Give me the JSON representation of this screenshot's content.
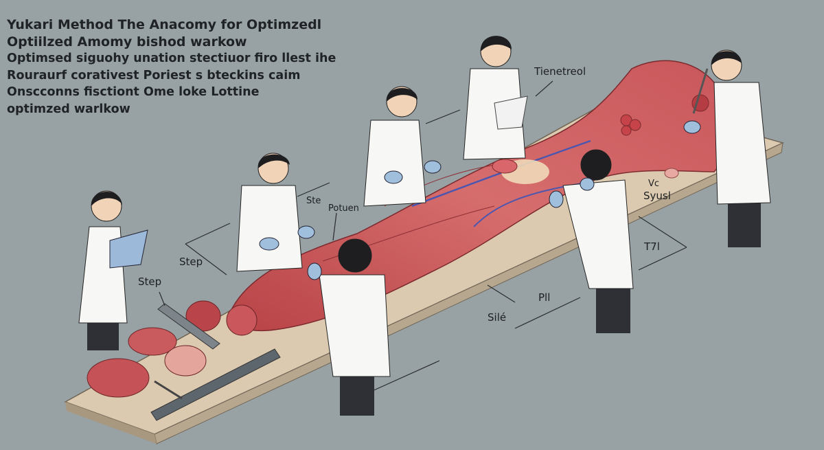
{
  "heading": {
    "lines": [
      "Yukari Method The Anacomy for Optimzedl",
      "Optiilzed Amomy bishod warkow",
      "Optimsed siguohy unation stectiuor firo llest ihe",
      "Rouraurf corativest Poriest s bteckins caim",
      "Onscconns fisctiont Ome loke Lottine",
      "optimzed warlkow"
    ]
  },
  "labels": {
    "tienetreol": "Tienetreol",
    "ste": "Ste",
    "potuen": "Potuen",
    "step_1": "Step",
    "step_2": "Step",
    "vc": "Vc",
    "syusl": "Syusl",
    "t7l": "T7l",
    "pll": "Pll",
    "site": "Silé"
  },
  "colors": {
    "background": "#98a1a4",
    "table": "#dccab0",
    "tissue": "#c8565a",
    "coat": "#f7f7f5",
    "glove": "#9fbfdc"
  }
}
